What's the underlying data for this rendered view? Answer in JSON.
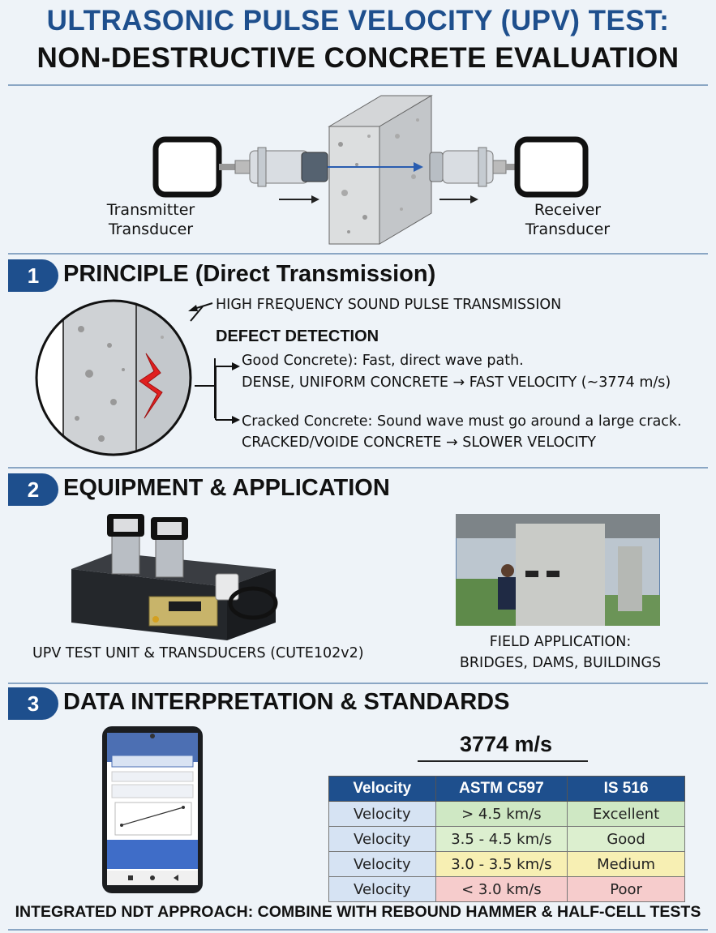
{
  "title": {
    "line1": "ULTRASONIC PULSE VELOCITY (UPV) TEST:",
    "line2": "NON-DESTRUCTIVE CONCRETE EVALUATION"
  },
  "setup": {
    "transmitter_label": [
      "Transmitter",
      "Transducer"
    ],
    "receiver_label": [
      "Receiver",
      "Transducer"
    ]
  },
  "section1": {
    "number": "1",
    "title": "PRINCIPLE (Direct Transmission)",
    "pulse_label": "HIGH FREQUENCY SOUND PULSE TRANSMISSION",
    "defect_heading": "DEFECT DETECTION",
    "good_line1": "Good Concrete): Fast, direct wave path.",
    "good_line2": "DENSE, UNIFORM CONCRETE → FAST VELOCITY (~3774 m/s)",
    "crack_line1": "Cracked Concrete: Sound wave must go around a large crack.",
    "crack_line2": "CRACKED/VOIDE CONCRETE → SLOWER VELOCITY"
  },
  "section2": {
    "number": "2",
    "title": "EQUIPMENT & APPLICATION",
    "unit_caption": "UPV TEST UNIT & TRANSDUCERS (CUTE102v2)",
    "field_caption_line1": "FIELD APPLICATION:",
    "field_caption_line2": "BRIDGES, DAMS, BUILDINGS"
  },
  "section3": {
    "number": "3",
    "title": "DATA INTERPRETATION & STANDARDS",
    "velocity_reading": "3774 m/s",
    "table": {
      "headers": [
        "Velocity",
        "ASTM C597",
        "IS 516"
      ],
      "rows": [
        [
          "Velocity",
          "> 4.5 km/s",
          "Excellent"
        ],
        [
          "Velocity",
          "3.5 - 4.5 km/s",
          "Good"
        ],
        [
          "Velocity",
          "3.0 - 3.5 km/s",
          "Medium"
        ],
        [
          "Velocity",
          "< 3.0 km/s",
          "Poor"
        ]
      ],
      "row_colors": [
        "#cfe8c4",
        "#dcefcf",
        "#f7efb3",
        "#f6cccc"
      ],
      "first_col_color": "#d6e3f3"
    },
    "footer": "INTEGRATED NDT APPROACH: COMBINE WITH REBOUND HAMMER & HALF-CELL TESTS"
  },
  "colors": {
    "accent": "#1e4f8d",
    "crack": "#e02020"
  }
}
